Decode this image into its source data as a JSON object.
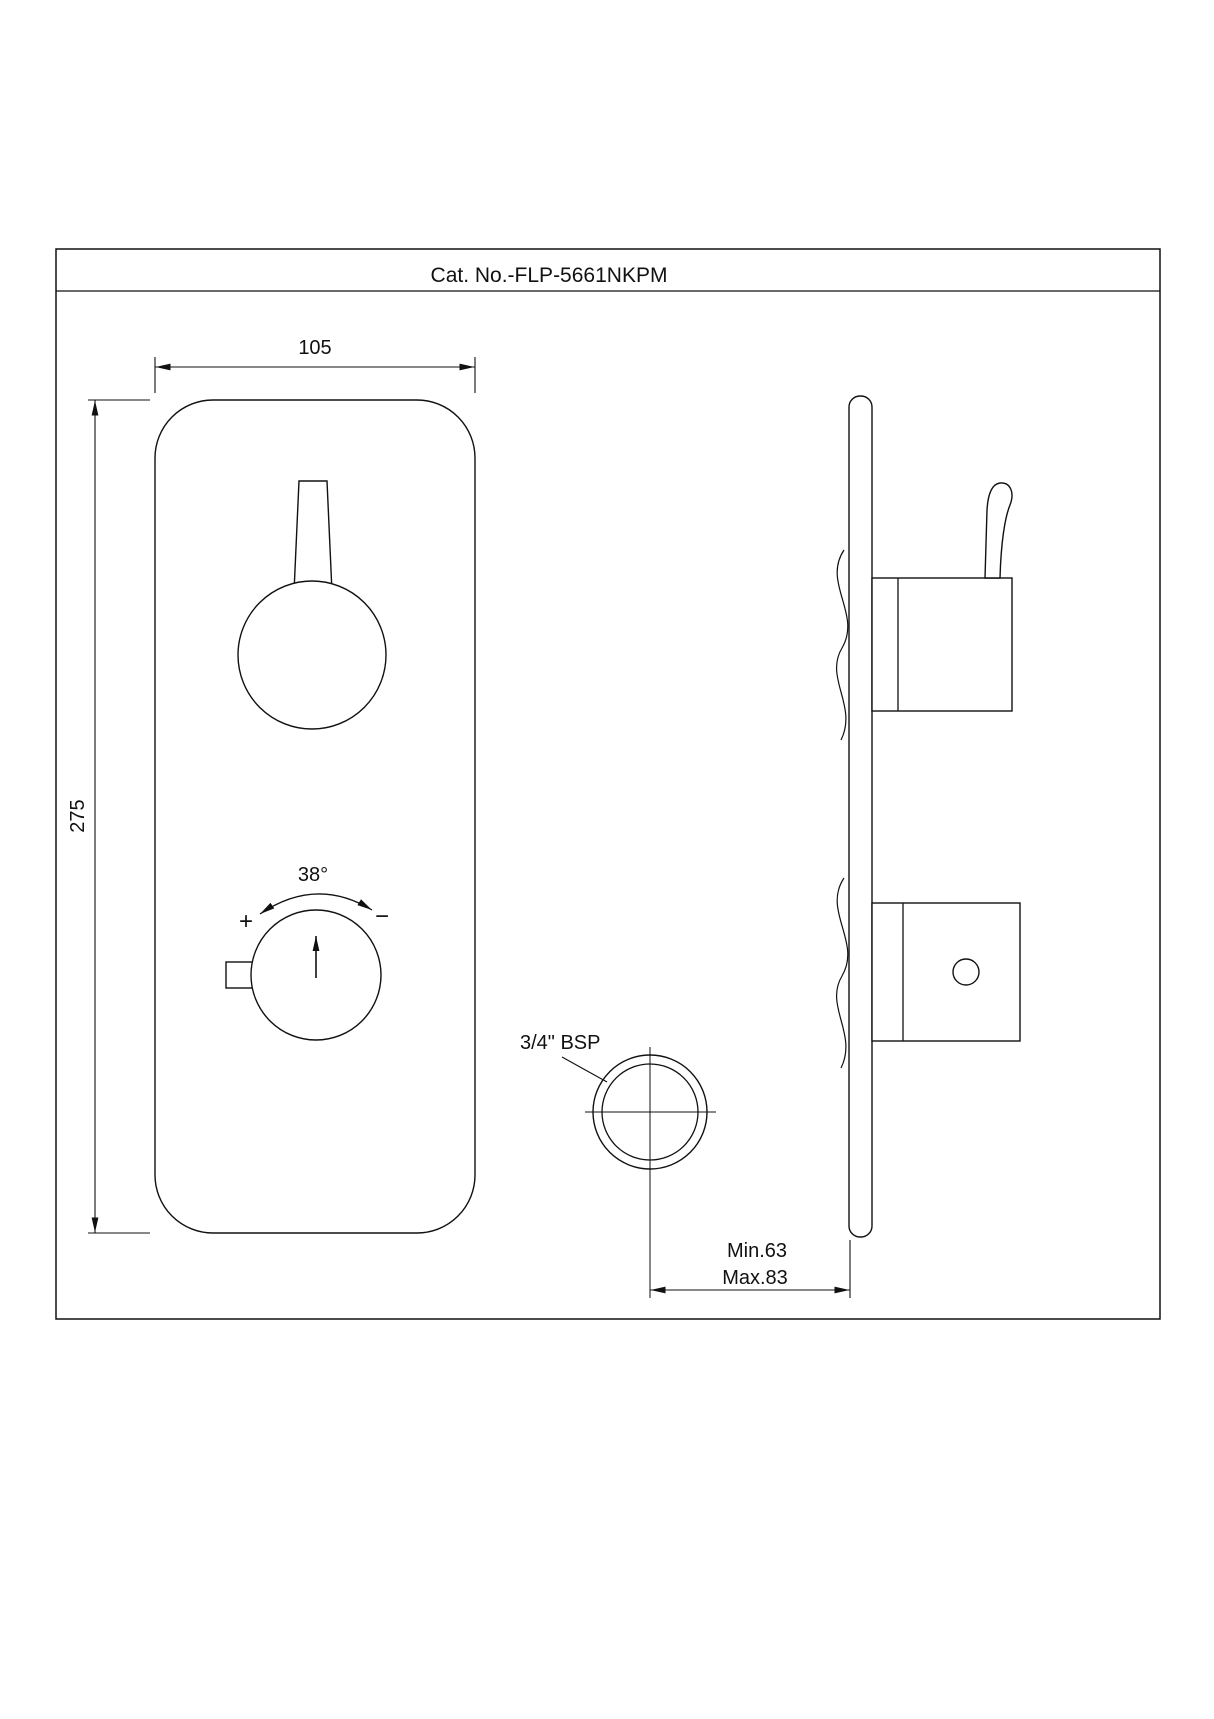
{
  "drawing": {
    "title": "Cat. No.-FLP-5661NKPM",
    "front_view": {
      "width_dim": "105",
      "height_dim": "275",
      "temp_angle": "38°",
      "plus": "+",
      "minus": "−"
    },
    "detail": {
      "bsp_label": "3/4\" BSP"
    },
    "depth": {
      "min": "Min.63",
      "max": "Max.83"
    },
    "colors": {
      "line": "#111111",
      "background": "#ffffff"
    }
  }
}
